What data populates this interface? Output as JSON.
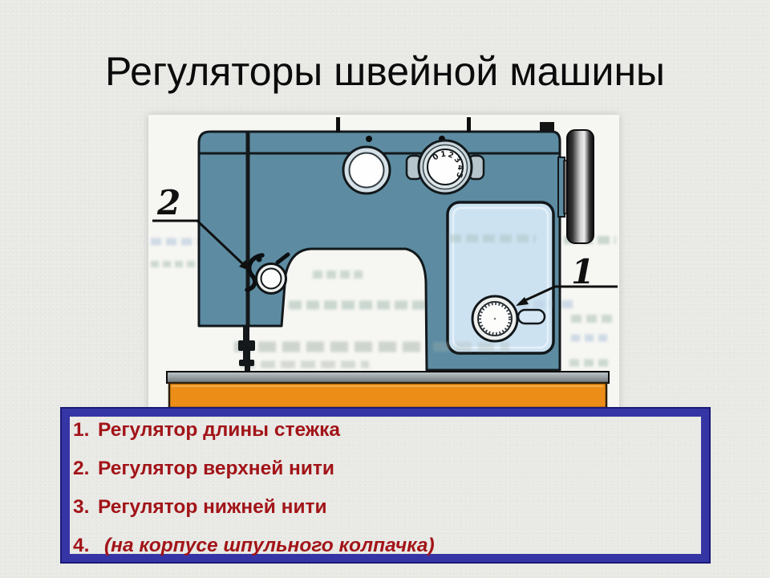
{
  "slide": {
    "title": "Регуляторы швейной машины",
    "figure": {
      "callout_1": "1",
      "callout_2": "2",
      "stitch_dial_scale": [
        "0",
        "1",
        "2",
        "3",
        "4",
        "5"
      ]
    },
    "list": {
      "items": [
        {
          "number": "1.",
          "text": "Регулятор длины стежка"
        },
        {
          "number": "2.",
          "text": "Регулятор верхней нити"
        },
        {
          "number": "3.",
          "text": "Регулятор нижней нити"
        },
        {
          "number": "4.",
          "text": "(на корпусе шпульного колпачка)"
        }
      ]
    },
    "colors": {
      "box_border": "#3535a5",
      "list_text": "#a21418",
      "machine_body": "#5d8ca2",
      "machine_panel": "#cde2f1",
      "base_orange": "#ec8d18"
    }
  }
}
